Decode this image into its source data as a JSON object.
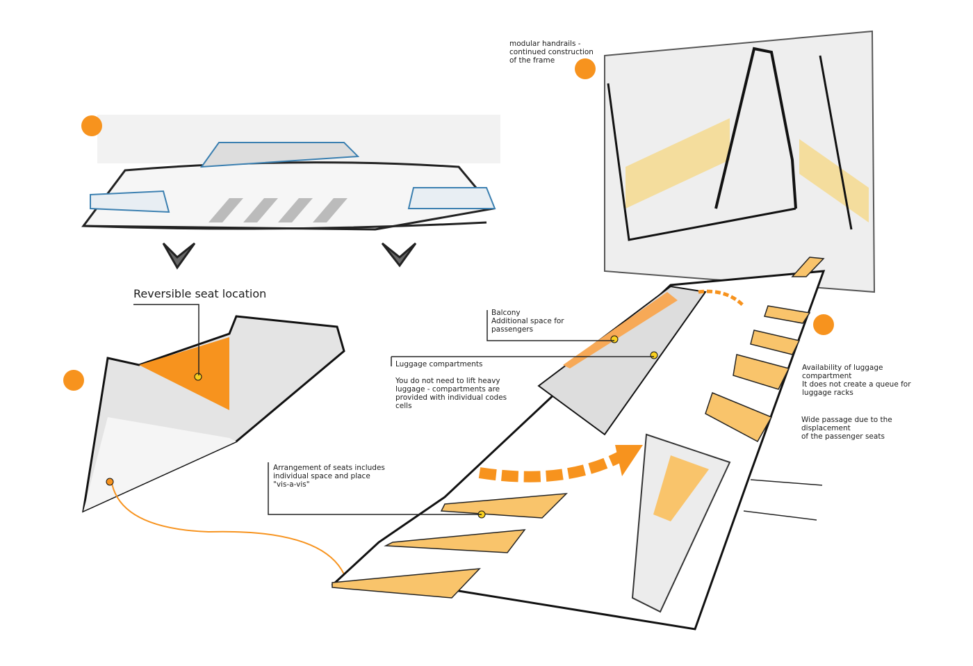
{
  "colors": {
    "accent": "#f7931e",
    "light_orange": "#f9c46b",
    "line": "#1a1a1a"
  },
  "labels": {
    "handrails": "modular handrails -\ncontinued construction\nof the frame",
    "reversible": "Reversible seat location",
    "balcony": "Balcony\nAdditional space for\npassengers",
    "luggage_title": "Luggage compartments",
    "luggage_body": "You do not need to lift heavy\nluggage - compartments are\nprovided with individual codes\ncells",
    "availability": "Availability of luggage\ncompartment\nIt does not create a queue for\nluggage racks",
    "wide_passage": "Wide passage due to the\ndisplacement\nof the passenger seats",
    "arrangement": "Arrangement of seats includes\nindividual space and place\n\"vis-a-vis\""
  }
}
